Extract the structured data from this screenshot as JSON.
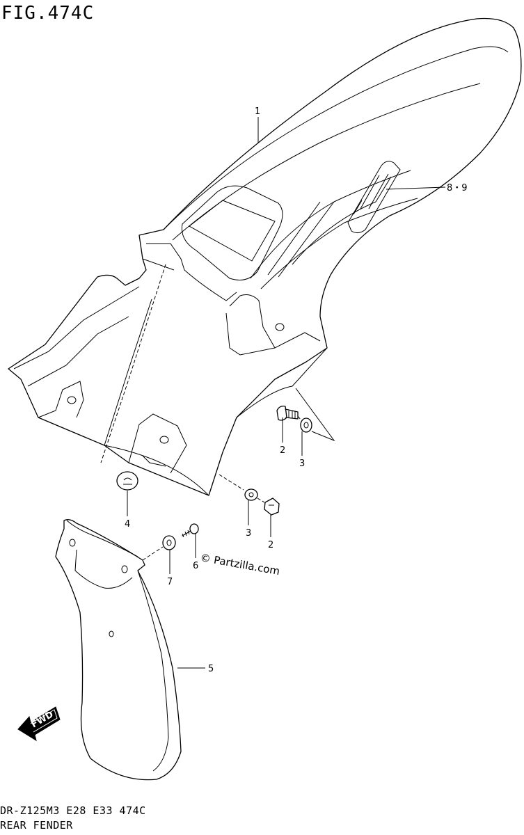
{
  "figure": {
    "title": "FIG.474C"
  },
  "footer": {
    "model_line": "DR-Z125M3 E28 E33 474C",
    "section_name": "REAR FENDER"
  },
  "callouts": [
    {
      "id": "c1",
      "label": "1"
    },
    {
      "id": "c89",
      "label": "8・9"
    },
    {
      "id": "c2a",
      "label": "2"
    },
    {
      "id": "c3a",
      "label": "3"
    },
    {
      "id": "c4",
      "label": "4"
    },
    {
      "id": "c3b",
      "label": "3"
    },
    {
      "id": "c2b",
      "label": "2"
    },
    {
      "id": "c6",
      "label": "6"
    },
    {
      "id": "c7",
      "label": "7"
    },
    {
      "id": "c5",
      "label": "5"
    }
  ],
  "watermark": "© Partzilla.com",
  "direction_arrow": {
    "label": "FWD",
    "icon": "fwd-arrow-icon"
  }
}
